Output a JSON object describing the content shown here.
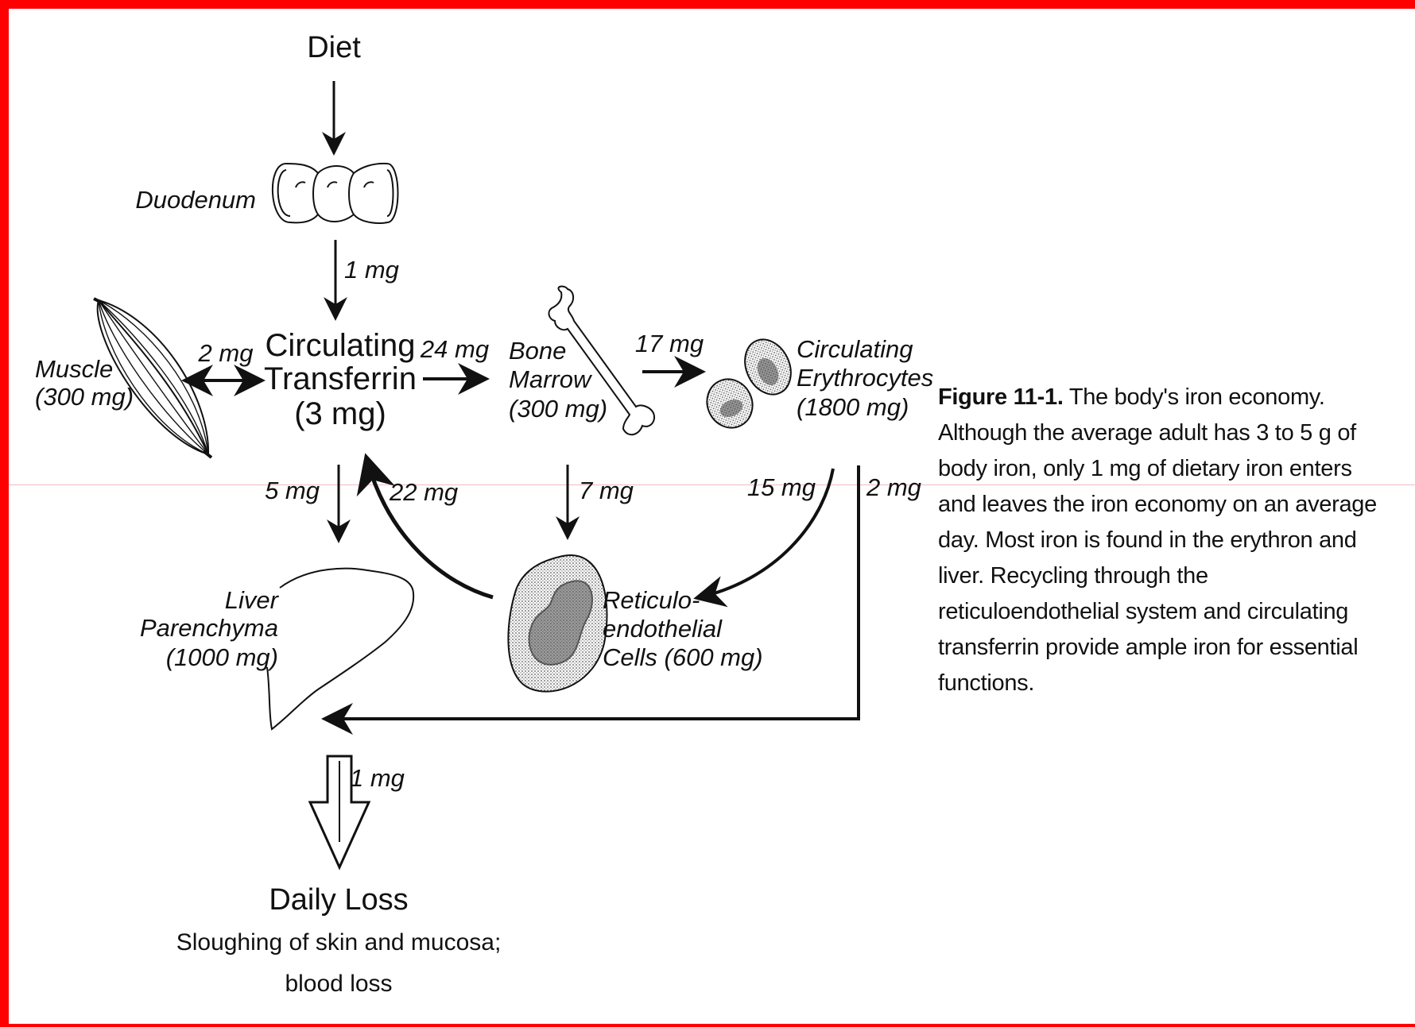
{
  "nodes": {
    "diet": "Diet",
    "duodenum": "Duodenum",
    "transferrin": [
      "Circulating",
      "Transferrin",
      "(3 mg)"
    ],
    "muscle": [
      "Muscle",
      "(300 mg)"
    ],
    "bone_marrow": [
      "Bone",
      "Marrow",
      "(300 mg)"
    ],
    "erythrocytes": [
      "Circulating",
      "Erythrocytes",
      "(1800 mg)"
    ],
    "liver": [
      "Liver",
      "Parenchyma",
      "(1000 mg)"
    ],
    "reticulo": [
      "Reticulo-",
      "endothelial",
      "Cells (600 mg)"
    ],
    "daily_loss": [
      "Daily Loss",
      "Sloughing of skin and mucosa;",
      "blood loss"
    ]
  },
  "flows": {
    "duodenum_to_transferrin": "1 mg",
    "muscle_transferrin": "2 mg",
    "transferrin_to_marrow": "24 mg",
    "marrow_to_erythrocytes": "17 mg",
    "transferrin_to_liver": "5 mg",
    "reticulo_to_transferrin": "22 mg",
    "marrow_to_reticulo": "7 mg",
    "erythrocytes_to_reticulo": "15 mg",
    "erythrocytes_to_liver": "2 mg",
    "daily_loss": "1 mg"
  },
  "caption": {
    "label": "Figure 11-1.",
    "text": "The body's iron economy. Although the average adult has 3 to 5 g of body iron, only 1 mg of dietary iron enters and leaves the iron economy on an average day. Most iron is found in the erythron and liver. Recycling through the reticuloendothelial system and circulating transferrin provide ample iron for essential functions."
  },
  "colors": {
    "frame": "#ff0000",
    "ink": "#111111"
  }
}
